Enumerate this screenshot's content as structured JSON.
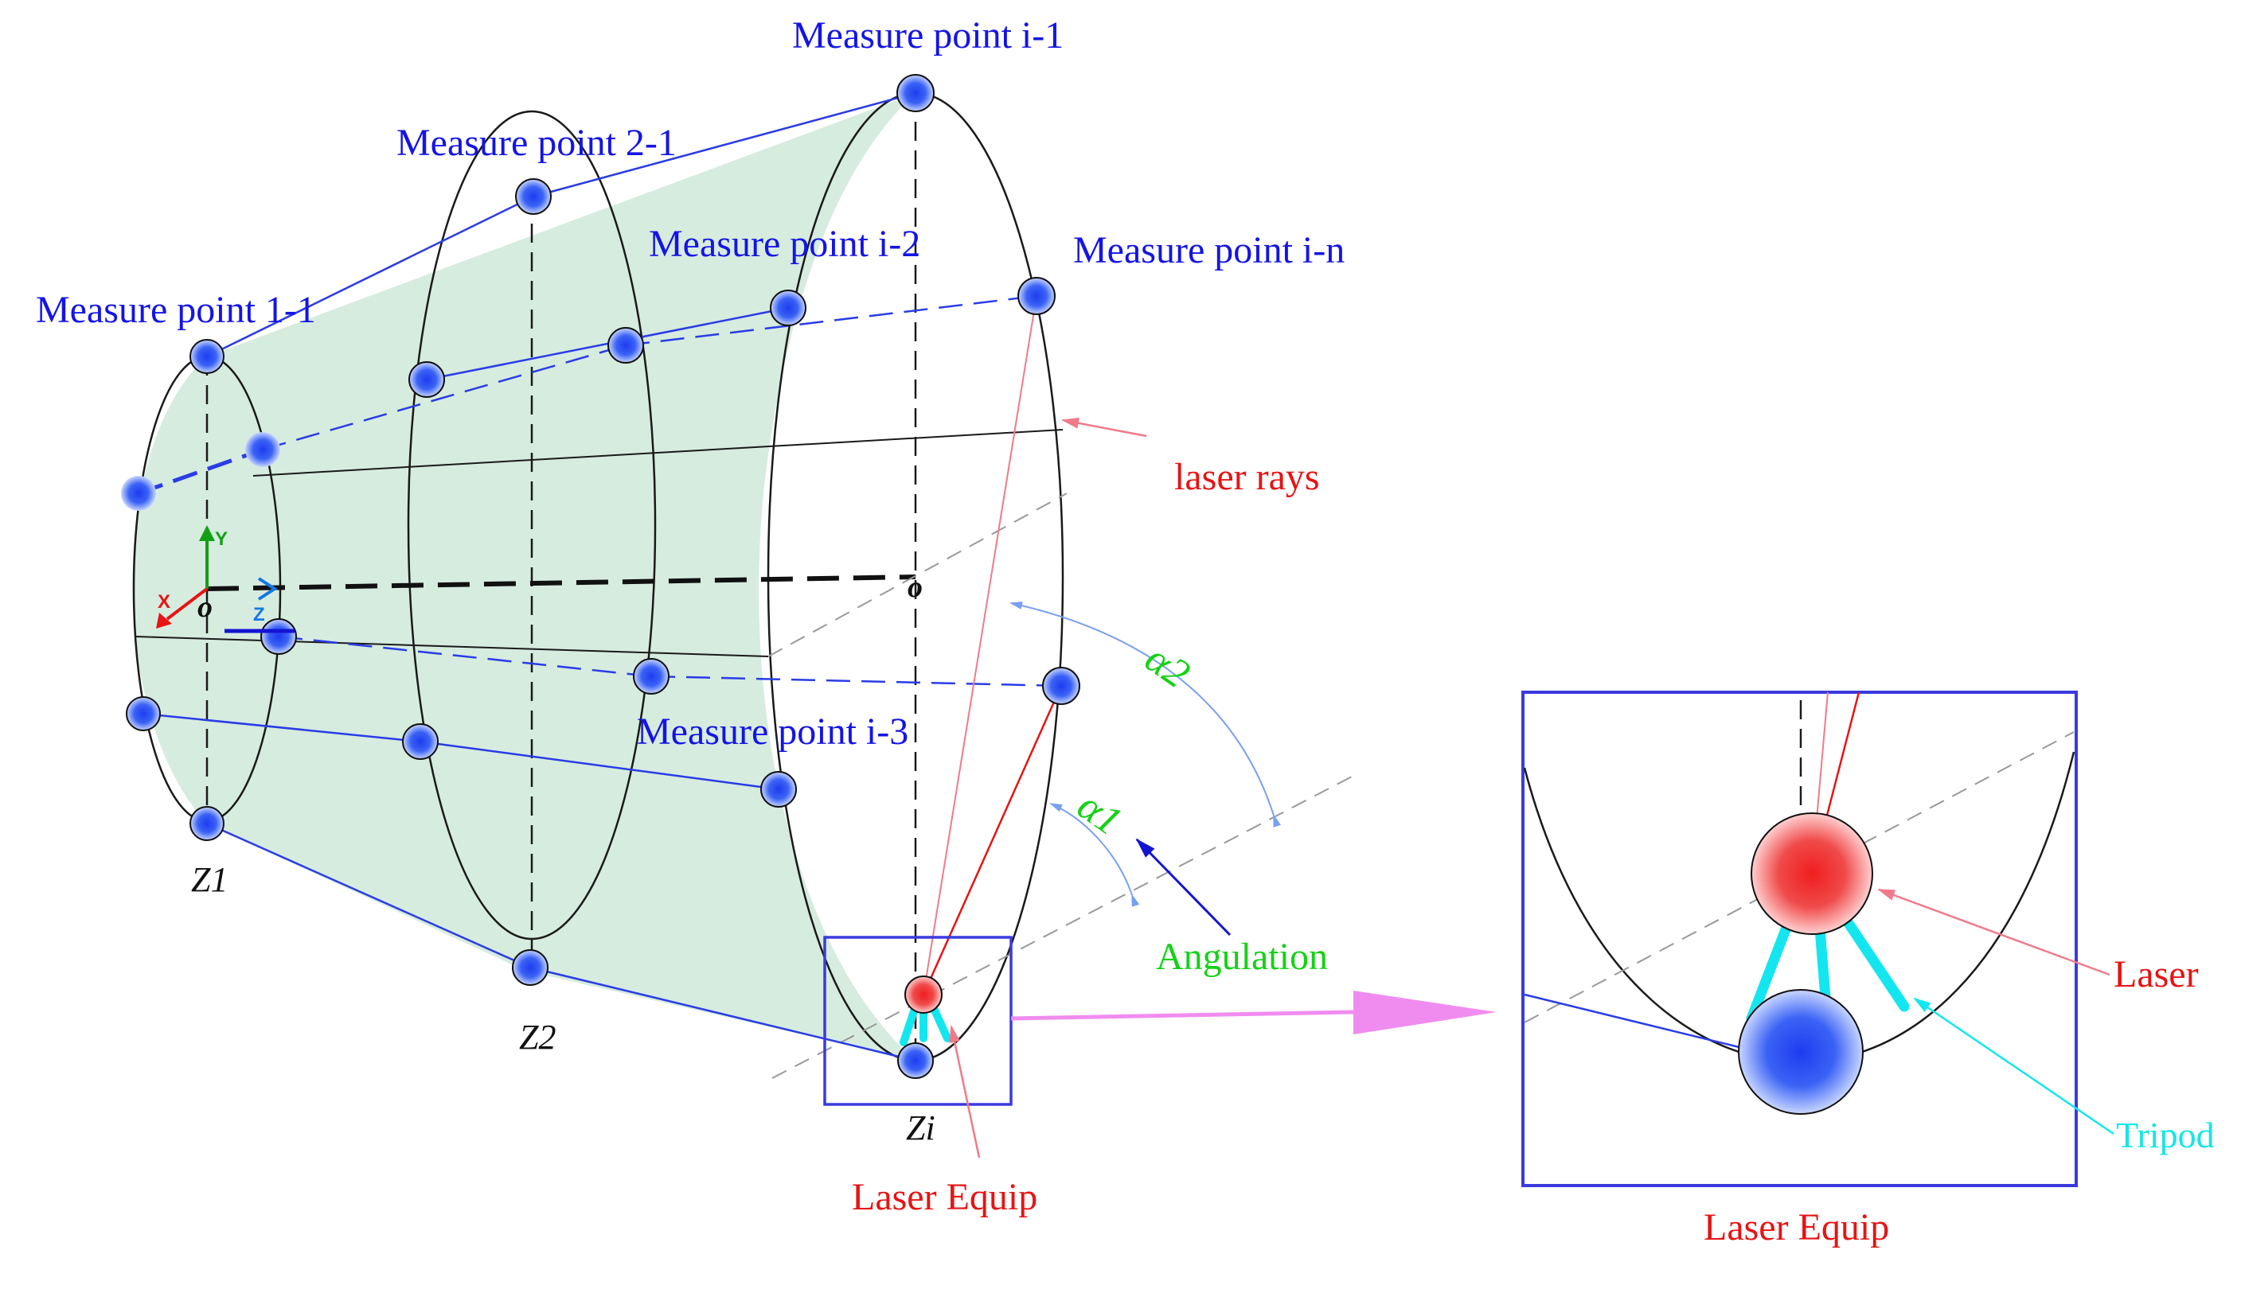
{
  "labels": {
    "measure_point_1_1": "Measure point 1-1",
    "measure_point_2_1": "Measure point 2-1",
    "measure_point_i_1": "Measure point i-1",
    "measure_point_i_2": "Measure point i-2",
    "measure_point_i_n": "Measure point i-n",
    "measure_point_i_3": "Measure point i-3",
    "laser_rays": "laser rays",
    "angulation": "Angulation",
    "laser_equip": "Laser Equip",
    "laser_equip_detail": "Laser Equip",
    "laser": "Laser",
    "tripod": "Tripod",
    "z1": "Z1",
    "z2": "Z2",
    "zi": "Zi",
    "origin_left": "o",
    "origin_right": "o",
    "alpha1": "α1",
    "alpha2": "α2",
    "axis_x": "X",
    "axis_y": "Y",
    "axis_z": "Z"
  },
  "colors": {
    "measure_point": "#1e3cf0",
    "laser": "#f01e1e",
    "tripod": "#14e6f0",
    "lines_blue": "#2a3ce6",
    "cone_fill": "#cfe9d9",
    "callout_arrow": "#f08cf0",
    "angle_arcs": "#78a0f0",
    "green_text": "#14d214",
    "axis_x": "#e61414",
    "axis_y": "#14a014",
    "axis_z": "#1478e6"
  },
  "icons": {
    "measure_point": "blue-sphere-marker",
    "laser": "red-sphere-marker",
    "tripod": "cyan-tripod-legs",
    "zoom_callout": "magenta-arrow"
  }
}
